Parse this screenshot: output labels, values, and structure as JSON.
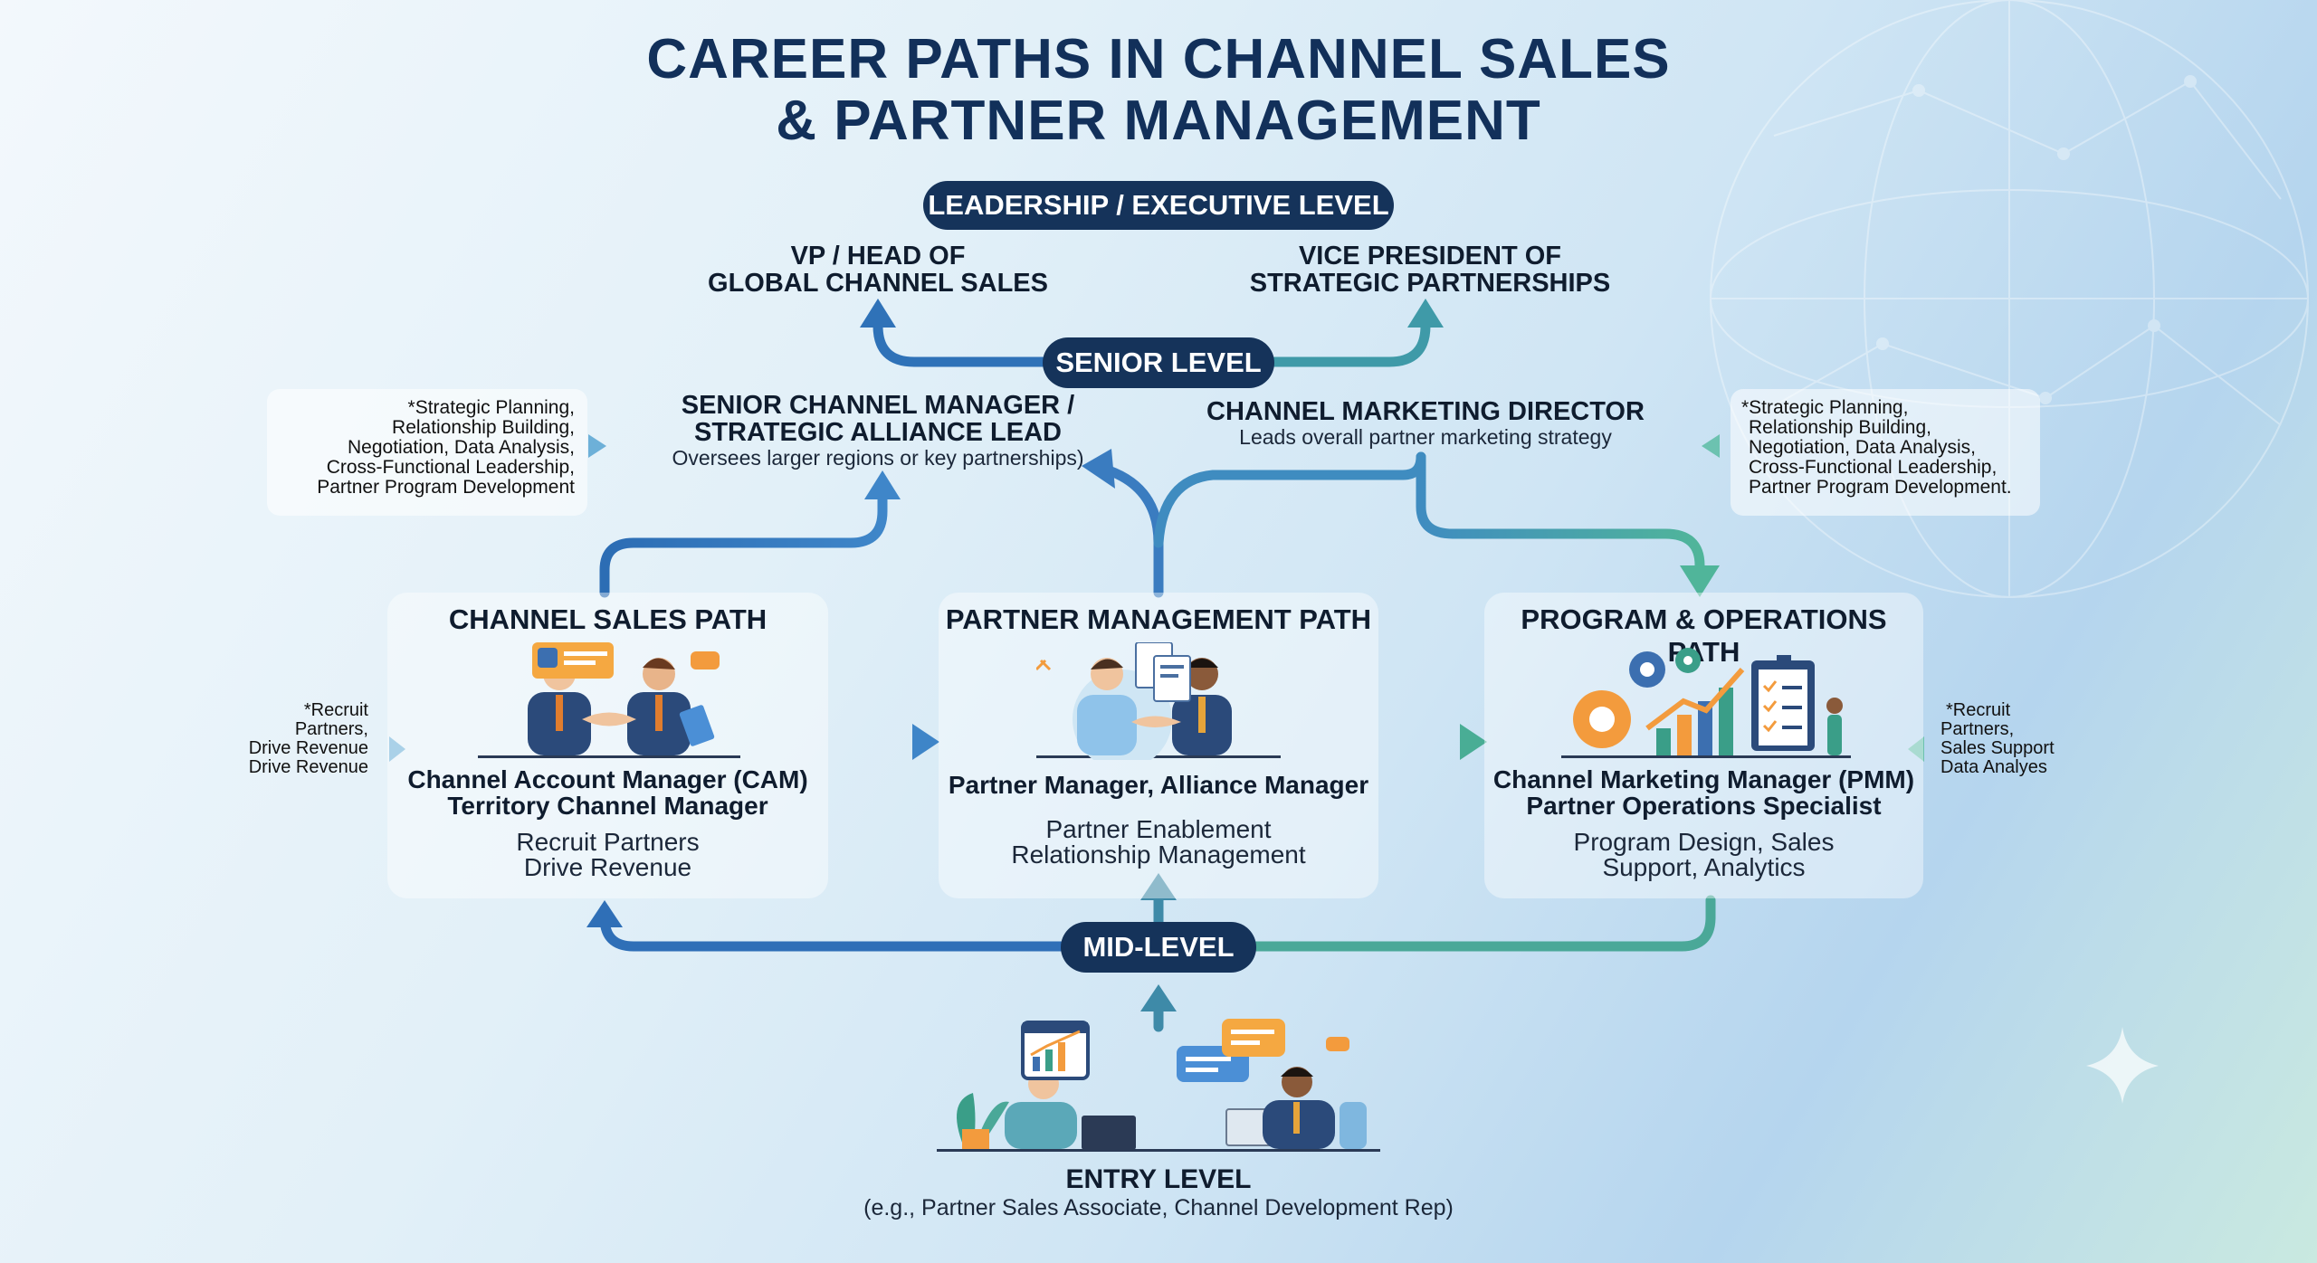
{
  "title_line1": "CAREER PATHS IN CHANNEL SALES",
  "title_line2": "& PARTNER MANAGEMENT",
  "levels": {
    "leadership": "LEADERSHIP / EXECUTIVE LEVEL",
    "senior": "SENIOR LEVEL",
    "mid": "MID-LEVEL"
  },
  "executive": {
    "left_line1": "VP / HEAD OF",
    "left_line2": "GLOBAL CHANNEL SALES",
    "right_line1": "VICE PRESIDENT OF",
    "right_line2": "STRATEGIC PARTNERSHIPS"
  },
  "senior_roles": {
    "left_line1": "SENIOR CHANNEL MANAGER /",
    "left_line2": "STRATEGIC ALLIANCE LEAD",
    "left_sub": "Oversees larger regions or key partnerships)",
    "right_title": "CHANNEL MARKETING DIRECTOR",
    "right_sub": "Leads overall partner marketing strategy"
  },
  "skills_left": [
    "*Strategic Planning,",
    "Relationship Building,",
    "Negotiation, Data Analysis,",
    "Cross-Functional Leadership,",
    "Partner Program Development"
  ],
  "skills_right": [
    "*Strategic Planning,",
    "Relationship Building,",
    "Negotiation, Data Analysis,",
    "Cross-Functional Leadership,",
    "Partner Program Development."
  ],
  "paths": [
    {
      "title": "CHANNEL SALES PATH",
      "role1": "Channel Account Manager (CAM)",
      "role2": "Territory Channel Manager",
      "desc1": "Recruit Partners",
      "desc2": "Drive Revenue"
    },
    {
      "title": "PARTNER MANAGEMENT PATH",
      "role1": "Partner Manager, Alliance Manager",
      "role2": "",
      "desc1": "Partner Enablement",
      "desc2": "Relationship Management"
    },
    {
      "title": "PROGRAM & OPERATIONS PATH",
      "role1": "Channel Marketing Manager (PMM)",
      "role2": "Partner Operations Specialist",
      "desc1": "Program Design, Sales",
      "desc2": "Support, Analytics"
    }
  ],
  "mid_note_left": [
    "*Recruit",
    "Partners,",
    "Drive Revenue",
    "Drive Revenue"
  ],
  "mid_note_right": [
    "*Recruit",
    "Partners,",
    "Sales Support",
    "Data Analyes"
  ],
  "entry": {
    "title": "ENTRY LEVEL",
    "sub": "(e.g., Partner Sales Associate, Channel Development Rep)"
  },
  "icons": {
    "card1": "handshake-illustration",
    "card2": "partner-handshake-documents-illustration",
    "card3": "gears-chart-clipboard-illustration",
    "entry": "team-collaboration-illustration"
  },
  "colors": {
    "navy": "#15335a",
    "blue_arrow": "#3a7cc0",
    "teal_arrow": "#4aa898"
  }
}
